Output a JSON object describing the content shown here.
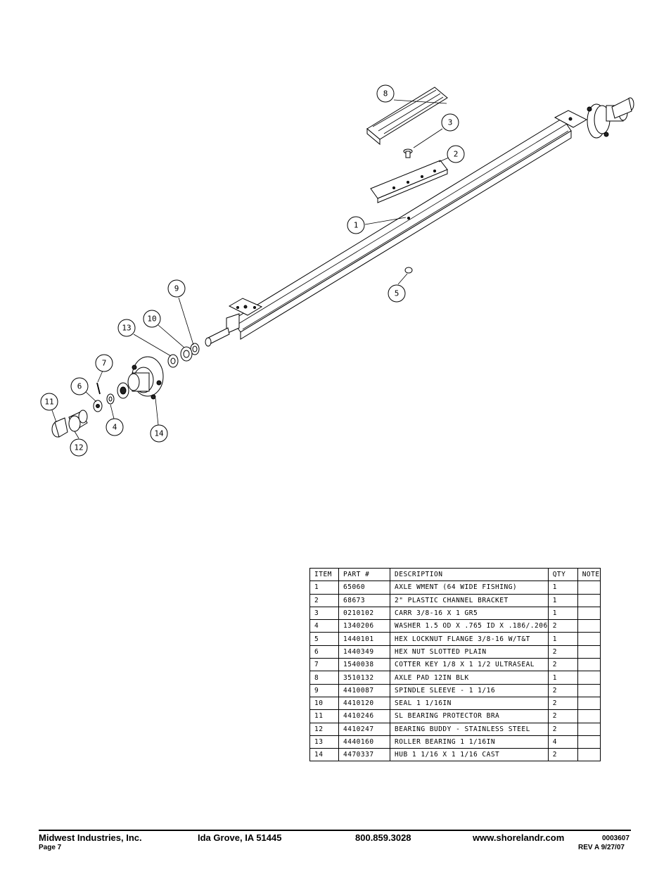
{
  "callouts": {
    "c1": "1",
    "c2": "2",
    "c3": "3",
    "c4": "4",
    "c5": "5",
    "c6": "6",
    "c7": "7",
    "c8": "8",
    "c9": "9",
    "c10": "10",
    "c11": "11",
    "c12": "12",
    "c13": "13",
    "c14": "14"
  },
  "parts_table": {
    "headers": {
      "item": "ITEM",
      "part": "PART #",
      "description": "DESCRIPTION",
      "qty": "QTY",
      "note": "NOTE"
    },
    "rows": [
      {
        "item": "1",
        "part": "65060",
        "description": "AXLE WMENT (64 WIDE FISHING)",
        "qty": "1",
        "note": ""
      },
      {
        "item": "2",
        "part": "68673",
        "description": "2\" PLASTIC CHANNEL BRACKET",
        "qty": "1",
        "note": ""
      },
      {
        "item": "3",
        "part": "0210102",
        "description": "CARR 3/8-16 X 1 GR5",
        "qty": "1",
        "note": ""
      },
      {
        "item": "4",
        "part": "1340206",
        "description": "WASHER 1.5 OD X .765 ID X .186/.206",
        "qty": "2",
        "note": ""
      },
      {
        "item": "5",
        "part": "1440101",
        "description": "HEX LOCKNUT FLANGE 3/8-16 W/T&T",
        "qty": "1",
        "note": ""
      },
      {
        "item": "6",
        "part": "1440349",
        "description": "HEX NUT SLOTTED PLAIN",
        "qty": "2",
        "note": ""
      },
      {
        "item": "7",
        "part": "1540038",
        "description": "COTTER KEY 1/8 X 1 1/2 ULTRASEAL",
        "qty": "2",
        "note": ""
      },
      {
        "item": "8",
        "part": "3510132",
        "description": "AXLE PAD 12IN  BLK",
        "qty": "1",
        "note": ""
      },
      {
        "item": "9",
        "part": "4410087",
        "description": "SPINDLE SLEEVE - 1 1/16",
        "qty": "2",
        "note": ""
      },
      {
        "item": "10",
        "part": "4410120",
        "description": "SEAL  1 1/16IN",
        "qty": "2",
        "note": ""
      },
      {
        "item": "11",
        "part": "4410246",
        "description": "SL BEARING PROTECTOR BRA",
        "qty": "2",
        "note": ""
      },
      {
        "item": "12",
        "part": "4410247",
        "description": "BEARING BUDDY - STAINLESS STEEL",
        "qty": "2",
        "note": ""
      },
      {
        "item": "13",
        "part": "4440160",
        "description": "ROLLER BEARING   1 1/16IN",
        "qty": "4",
        "note": ""
      },
      {
        "item": "14",
        "part": "4470337",
        "description": "HUB   1 1/16 X 1 1/16 CAST",
        "qty": "2",
        "note": ""
      }
    ]
  },
  "footer": {
    "company": "Midwest Industries, Inc.",
    "location": "Ida Grove, IA  51445",
    "phone": "800.859.3028",
    "website": "www.shorelandr.com",
    "doc_number": "0003607",
    "page": "Page 7",
    "revision": "REV A  9/27/07"
  }
}
